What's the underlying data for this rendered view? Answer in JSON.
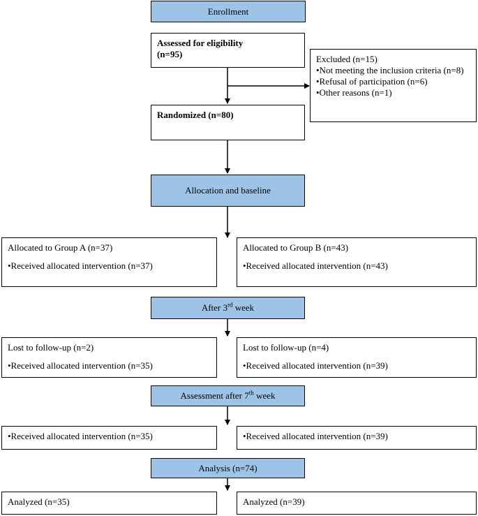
{
  "enrollment": "Enrollment",
  "assessed": {
    "line1": "Assessed for eligibility",
    "line2": "(n=95)"
  },
  "excluded": {
    "title": "Excluded (n=15)",
    "items": [
      "•Not meeting the inclusion criteria (n=8)",
      "•Refusal of participation (n=6)",
      "•Other reasons (n=1)"
    ]
  },
  "randomized": "Randomized (n=80)",
  "allocation": "Allocation and baseline",
  "group_a_alloc": {
    "title": "Allocated to Group A (n=37)",
    "detail": "•Received allocated intervention (n=37)"
  },
  "group_b_alloc": {
    "title": "Allocated to Group B (n=43)",
    "detail": "•Received allocated intervention (n=43)"
  },
  "after3": {
    "prefix": "After 3",
    "sup": "rd",
    "suffix": " week"
  },
  "group_a_week3": {
    "title": "Lost to follow-up (n=2)",
    "detail": "•Received allocated intervention (n=35)"
  },
  "group_b_week3": {
    "title": "Lost to follow-up (n=4)",
    "detail": "•Received allocated intervention (n=39)"
  },
  "assessment7": {
    "prefix": "Assessment after 7",
    "sup": "th",
    "suffix": " week"
  },
  "group_a_week7": "•Received allocated intervention (n=35)",
  "group_b_week7": "•Received allocated intervention (n=39)",
  "analysis": "Analysis (n=74)",
  "group_a_analyzed": "Analyzed (n=35)",
  "group_b_analyzed": "Analyzed (n=39)",
  "colors": {
    "header_fill": "#9dc3e6",
    "border": "#000000"
  }
}
